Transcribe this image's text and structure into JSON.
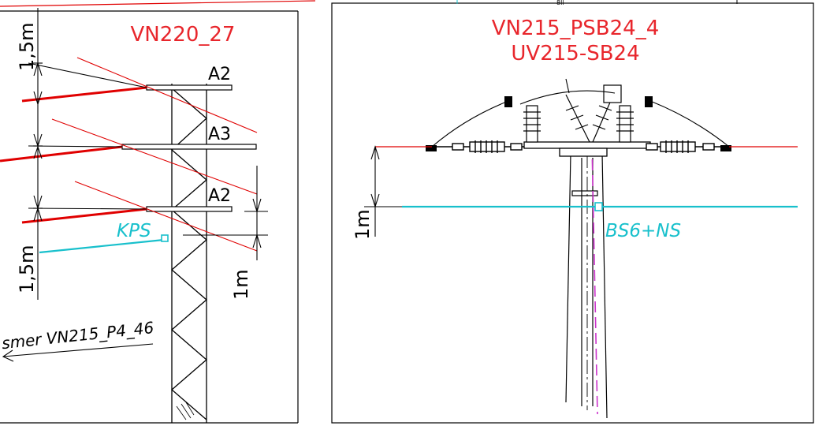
{
  "left_panel": {
    "title": "VN220_27",
    "crossarm_labels": [
      "A2",
      "A3",
      "A2"
    ],
    "line_label": "KPS",
    "dim_top": "1,5m",
    "dim_bottom": "1,5m",
    "dim_right": "1m",
    "direction_label": "smer VN215_P4_46"
  },
  "right_panel": {
    "title_line1": "VN215_PSB24_4",
    "title_line2": "UV215-SB24",
    "line_label": "BS6+NS",
    "dim_left": "1m",
    "top_fragment": "8ll"
  },
  "colors": {
    "title_red": "#e8262c",
    "wire_red": "#e00000",
    "cyan": "#18c0cc",
    "magenta": "#cc33cc",
    "ink": "#000000"
  }
}
